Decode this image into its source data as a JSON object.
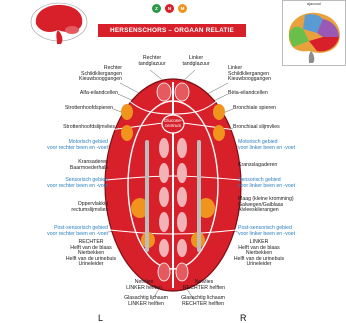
{
  "header": {
    "title": "HERSENSCHORS – ORGAAN RELATIE",
    "dots": [
      "Z",
      "N",
      "M"
    ],
    "right_thumb_caption": "ajavcool"
  },
  "labels": {
    "top_center_left": "Rechter\ntandglazuur",
    "top_center_right": "Linker\ntandglazuur",
    "top_left": "Rechter\nSchildkliergangen\nKieuwbooggangen",
    "top_right": "Linker\nSchildkliergangen\nKieuwbooggangen",
    "alfa": "Alfa-eilandcellen",
    "beta": "Bèta-eilandcellen",
    "strotten_spieren": "Strottenhoofdspieren",
    "bronchiale_spieren": "Bronchiale spieren",
    "strotten_slijm": "Strottenhoofdslijmvlies",
    "bronchiaal_slijm": "Bronchiaal slijmvlies",
    "glucose": "Glucose-\ncentrum",
    "motor_left": "Motorisch gebied\nvoor rechter been en -voet",
    "motor_right": "Motorisch gebied\nvoor linker been en -voet",
    "kransaderen": "Kransaderen\nBaarmoederhals",
    "kransslagaderen": "Kransslagaderen",
    "sens_left": "Sensorisch gebied\nvoor rechter been en -voet",
    "sens_right": "Sensorisch gebied\nvoor linker been en -voet",
    "oppervlakkig": "Oppervlakkig\nrectumslijmvlies",
    "maag": "Maag (kleine kromming)\nGalwegen/Galblaas\nAlvleesklierangen",
    "post_left": "Post-sensorisch gebied\nvoor rechter been en -voet",
    "post_right": "Post-sensorisch gebied\nvoor linker been en -voet",
    "rechter_blaas": "RECHTER\nHelft van de blaas\nNierbekken\nHelft van de urinebuis\nUrineleider",
    "linker_blaas": "LINKER\nHelft van de blaas\nNierbekken\nHelft van de urinebuis\nUrineleider",
    "netvlies_left": "Netvlies\nLINKER helften",
    "netvlies_right": "Netvlies\nRECHTER helften",
    "glasachtig_left": "Glasachtig lichaam\nLINKER helften",
    "glasachtig_right": "Glasachtig lichaam\nRECHTER helften"
  },
  "bottom": {
    "left": "L",
    "right": "R"
  },
  "colors": {
    "red": "#d8202a",
    "orange": "#f0941e",
    "pink": "#f2b3b7",
    "grey": "#bdbdbd",
    "blue_text": "#2a7fc1"
  }
}
